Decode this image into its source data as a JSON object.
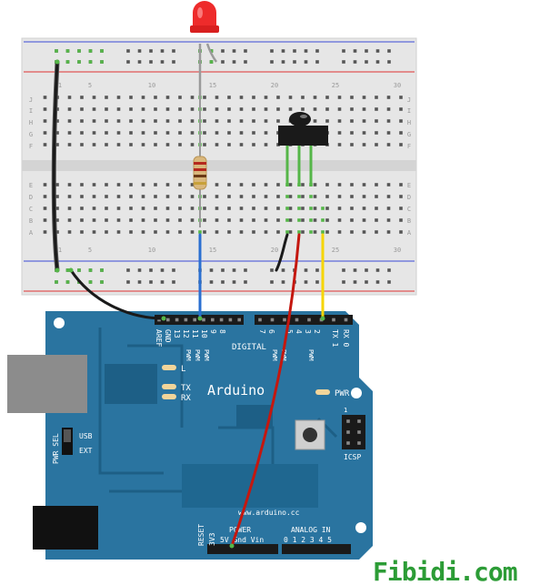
{
  "breadboard": {
    "column_numbers": [
      "1",
      "5",
      "10",
      "15",
      "20",
      "25",
      "30"
    ],
    "row_letters_top": [
      "J",
      "I",
      "H",
      "G",
      "F"
    ],
    "row_letters_bottom": [
      "E",
      "D",
      "C",
      "B",
      "A"
    ]
  },
  "arduino": {
    "brand": "Arduino",
    "url": "www.arduino.cc",
    "digital_label": "DIGITAL",
    "top_pins": [
      "AREF",
      "GND",
      "13",
      "12",
      "11",
      "10",
      "9",
      "8",
      "7",
      "6",
      "5",
      "4",
      "3",
      "2",
      "TX 1",
      "RX 0"
    ],
    "pwm_label": "PWM",
    "led_labels": {
      "l": "L",
      "tx": "TX",
      "rx": "RX",
      "pwr": "PWR"
    },
    "pwr_sel": "PWR SEL",
    "usb": "USB",
    "ext": "EXT",
    "icsp": "ICSP",
    "icsp_pin": "1",
    "reset": "RESET",
    "v3": "3V3",
    "power_header": "POWER",
    "power_pins": "5V Gnd Vin",
    "analog_header": "ANALOG IN",
    "analog_pins": "0 1 2 3 4 5"
  },
  "watermark": "Fibidi.com",
  "colors": {
    "board": "#2a74a0",
    "board_dark": "#1d5f86",
    "breadboard": "#e6e6e6",
    "wire_black": "#1a1a1a",
    "wire_red": "#c4170f",
    "wire_yellow": "#f6d500",
    "wire_blue": "#2a6fd1",
    "wire_green": "#55b648",
    "led": "#ee2b2b"
  }
}
